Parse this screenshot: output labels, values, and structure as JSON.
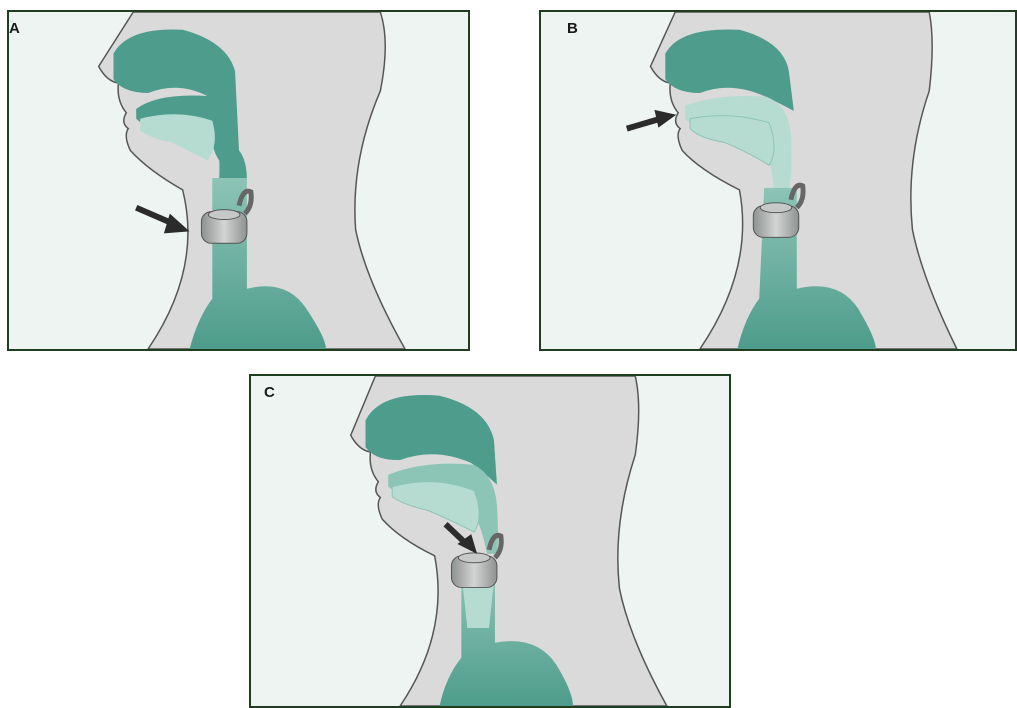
{
  "panels": [
    {
      "label": "A"
    },
    {
      "label": "B"
    },
    {
      "label": "C"
    }
  ],
  "colors": {
    "background": "#eef4f2",
    "tissue": "#d9dad9",
    "tract_dark": "#4e9c8b",
    "tract_light": "#8cc4b6",
    "mouth_light": "#b6dcd2",
    "valve": "#aeb1b0",
    "arrow": "#2b2b2b",
    "outline": "#555555"
  }
}
